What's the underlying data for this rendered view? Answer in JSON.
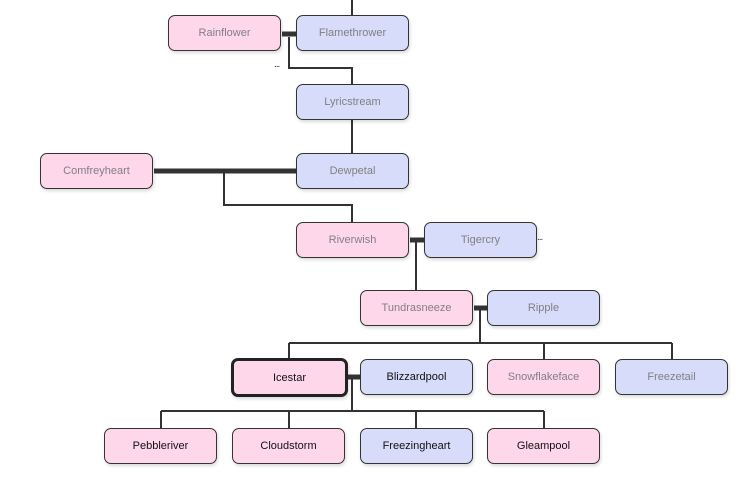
{
  "nodes": {
    "rainflower": "Rainflower",
    "flamethrower": "Flamethrower",
    "lyricstream": "Lyricstream",
    "comfreyheart": "Comfreyheart",
    "dewpetal": "Dewpetal",
    "riverwish": "Riverwish",
    "tigercry": "Tigercry",
    "tundrasneeze": "Tundrasneeze",
    "ripple": "Ripple",
    "icestar": "Icestar",
    "blizzardpool": "Blizzardpool",
    "snowflakeface": "Snowflakeface",
    "freezetail": "Freezetail",
    "pebbleriver": "Pebbleriver",
    "cloudstorm": "Cloudstorm",
    "freezingheart": "Freezingheart",
    "gleampool": "Gleampool"
  },
  "more_indicator": "...",
  "colors": {
    "female": "#ffd7ea",
    "male": "#d8dcfb",
    "line": "#333333"
  }
}
